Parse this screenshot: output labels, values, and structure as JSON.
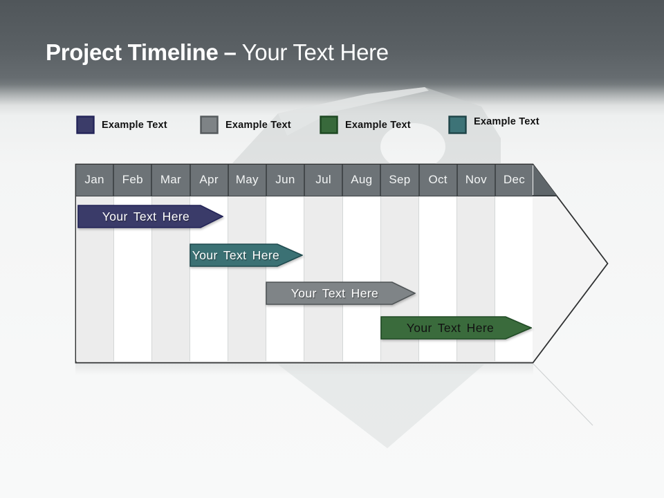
{
  "title": {
    "primary": "Project Timeline",
    "separator": "–",
    "secondary": "Your Text Here"
  },
  "legend": {
    "items": [
      {
        "label": "Example Text",
        "color": "#3b3c69",
        "border": "#232459"
      },
      {
        "label": "Example Text",
        "color": "#7e8386",
        "border": "#54595c"
      },
      {
        "label": "Example Text",
        "color": "#38693b",
        "border": "#1d4721"
      },
      {
        "label": "Example Text",
        "color": "#3d7377",
        "border": "#1e4347"
      }
    ]
  },
  "timeline": {
    "months": [
      "Jan",
      "Feb",
      "Mar",
      "Apr",
      "May",
      "Jun",
      "Jul",
      "Aug",
      "Sep",
      "Oct",
      "Nov",
      "Dec"
    ],
    "bars": [
      {
        "label": "Your Text Here",
        "color": "#3a3b69",
        "border": "#222357",
        "text_color": "#ffffff",
        "start_month": "Jan",
        "end_month": "Apr"
      },
      {
        "label": "Your Text Here",
        "color": "#3b7174",
        "border": "#1f4a4e",
        "text_color": "#ffffff",
        "start_month": "Apr",
        "end_month": "Jun"
      },
      {
        "label": "Your Text Here",
        "color": "#7f8487",
        "border": "#4f5456",
        "text_color": "#ffffff",
        "start_month": "Jun",
        "end_month": "Sep"
      },
      {
        "label": "Your Text Here",
        "color": "#3a6b3c",
        "border": "#1f4a24",
        "text_color": "#111111",
        "start_month": "Sep",
        "end_month": "Dec"
      }
    ]
  },
  "theme": {
    "banner_top": "#51575b",
    "banner_bottom": "#6d7276",
    "page_background": "#f7f8f8",
    "month_header_fill": "#6d7377",
    "month_header_corner": "#5f666a",
    "grid_alt_column": "#ececec",
    "arrow_body_fill": "#f4f4f4",
    "arrow_outline": "#2f3132",
    "title_color": "#ffffff"
  },
  "watermark": {
    "icon": "puzzle-piece-3d"
  }
}
